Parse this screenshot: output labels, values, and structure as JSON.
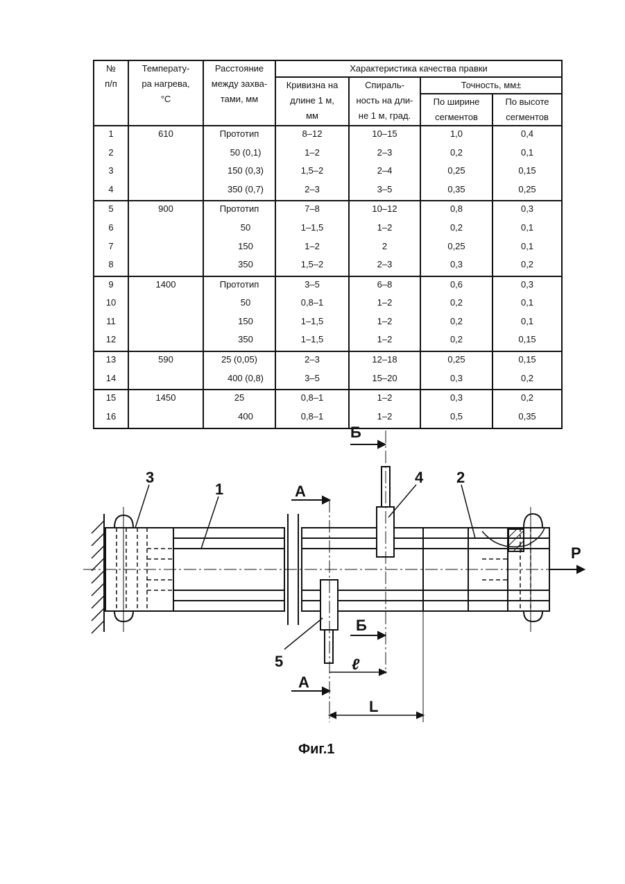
{
  "table": {
    "headers": {
      "num": [
        "№",
        "п/п"
      ],
      "temp": [
        "Температу-",
        "ра нагрева,",
        "°С"
      ],
      "dist": [
        "Расстояние",
        "между захва-",
        "тами, мм"
      ],
      "quality": "Характеристика качества правки",
      "curv": [
        "Кривизна на",
        "длине 1 м,",
        "мм"
      ],
      "spiral": [
        "Спираль-",
        "ность на дли-",
        "не 1 м, град."
      ],
      "accuracy": "Точность, мм±",
      "width": [
        "По ширине",
        "сегментов"
      ],
      "height": [
        "По высоте",
        "сегментов"
      ]
    },
    "groups": [
      {
        "temp": "610",
        "rows": [
          [
            "1",
            "Прототип",
            "8–12",
            "10–15",
            "1,0",
            "0,4"
          ],
          [
            "2",
            "50 (0,1)",
            "1–2",
            "2–3",
            "0,2",
            "0,1"
          ],
          [
            "3",
            "150 (0,3)",
            "1,5–2",
            "2–4",
            "0,25",
            "0,15"
          ],
          [
            "4",
            "350 (0,7)",
            "2–3",
            "3–5",
            "0,35",
            "0,25"
          ]
        ]
      },
      {
        "temp": "900",
        "rows": [
          [
            "5",
            "Прототип",
            "7–8",
            "10–12",
            "0,8",
            "0,3"
          ],
          [
            "6",
            "50",
            "1–1,5",
            "1–2",
            "0,2",
            "0,1"
          ],
          [
            "7",
            "150",
            "1–2",
            "2",
            "0,25",
            "0,1"
          ],
          [
            "8",
            "350",
            "1,5–2",
            "2–3",
            "0,3",
            "0,2"
          ]
        ]
      },
      {
        "temp": "1400",
        "rows": [
          [
            "9",
            "Прототип",
            "3–5",
            "6–8",
            "0,6",
            "0,3"
          ],
          [
            "10",
            "50",
            "0,8–1",
            "1–2",
            "0,2",
            "0,1"
          ],
          [
            "11",
            "150",
            "1–1,5",
            "1–2",
            "0,2",
            "0,1"
          ],
          [
            "12",
            "350",
            "1–1,5",
            "1–2",
            "0,2",
            "0,15"
          ]
        ]
      },
      {
        "temp": "590",
        "rows": [
          [
            "13",
            "25 (0,05)",
            "2–3",
            "12–18",
            "0,25",
            "0,15"
          ],
          [
            "14",
            "400 (0,8)",
            "3–5",
            "15–20",
            "0,3",
            "0,2"
          ]
        ]
      },
      {
        "temp": "1450",
        "rows": [
          [
            "15",
            "25",
            "0,8–1",
            "1–2",
            "0,3",
            "0,2"
          ],
          [
            "16",
            "400",
            "0,8–1",
            "1–2",
            "0,5",
            "0,35"
          ]
        ]
      }
    ]
  },
  "figure": {
    "labels": {
      "n1": "1",
      "n2": "2",
      "n3": "3",
      "n4": "4",
      "n5": "5",
      "a_top": "А",
      "a_bottom": "А",
      "b_top": "Б",
      "b_bottom": "Б",
      "p": "P",
      "l_small": "ℓ",
      "l_big": "L"
    },
    "caption": "Фиг.1"
  }
}
